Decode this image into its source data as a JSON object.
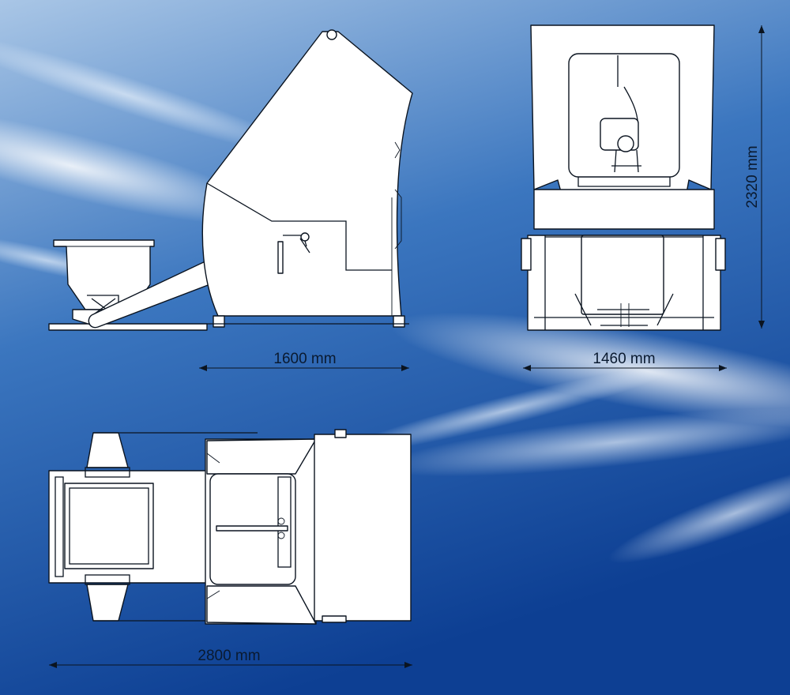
{
  "dimensions": {
    "side_width": "1600 mm",
    "front_width": "1460 mm",
    "height": "2320 mm",
    "top_length": "2800 mm"
  },
  "colors": {
    "sky_light": "#a9c6e6",
    "sky_mid": "#3b76bf",
    "sky_dark": "#0d3f93",
    "line": "#0b1420",
    "drawing_fill": "#ffffff"
  }
}
